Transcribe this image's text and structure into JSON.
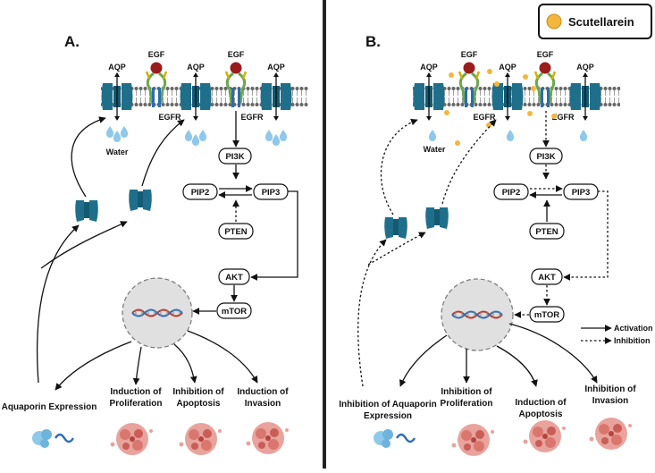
{
  "legend": {
    "compound": "Scutellarein",
    "activation": "Activation",
    "inhibition": "Inhibition"
  },
  "colors": {
    "aqp": "#1f6f8b",
    "egf": "#9b1c1c",
    "egfr_green": "#6aa84f",
    "drop": "#8ec9ea",
    "dot": "#f3b73b",
    "nucleus": "#e0e0e0"
  },
  "panel_a": {
    "title": "A.",
    "aqp": "AQP",
    "egf": "EGF",
    "egfr": "EGFR",
    "water": "Water",
    "pi3k": "PI3K",
    "pip2": "PIP2",
    "pip3": "PIP3",
    "pten": "PTEN",
    "akt": "AKT",
    "mtor": "mTOR",
    "outcomes": [
      {
        "l1": "Aquaporin Expression",
        "l2": ""
      },
      {
        "l1": "Induction of",
        "l2": "Proliferation"
      },
      {
        "l1": "Inhibition of",
        "l2": "Apoptosis"
      },
      {
        "l1": "Induction of",
        "l2": "Invasion"
      }
    ]
  },
  "panel_b": {
    "title": "B.",
    "aqp": "AQP",
    "egf": "EGF",
    "egfr": "EGFR",
    "water": "Water",
    "pi3k": "PI3K",
    "pip2": "PIP2",
    "pip3": "PIP3",
    "pten": "PTEN",
    "akt": "AKT",
    "mtor": "mTOR",
    "outcomes": [
      {
        "l1": "Inhibition of Aquaporin",
        "l2": "Expression"
      },
      {
        "l1": "Inhibition of",
        "l2": "Proliferation"
      },
      {
        "l1": "Induction of",
        "l2": "Apoptosis"
      },
      {
        "l1": "Inhibition of",
        "l2": "Invasion"
      }
    ]
  }
}
